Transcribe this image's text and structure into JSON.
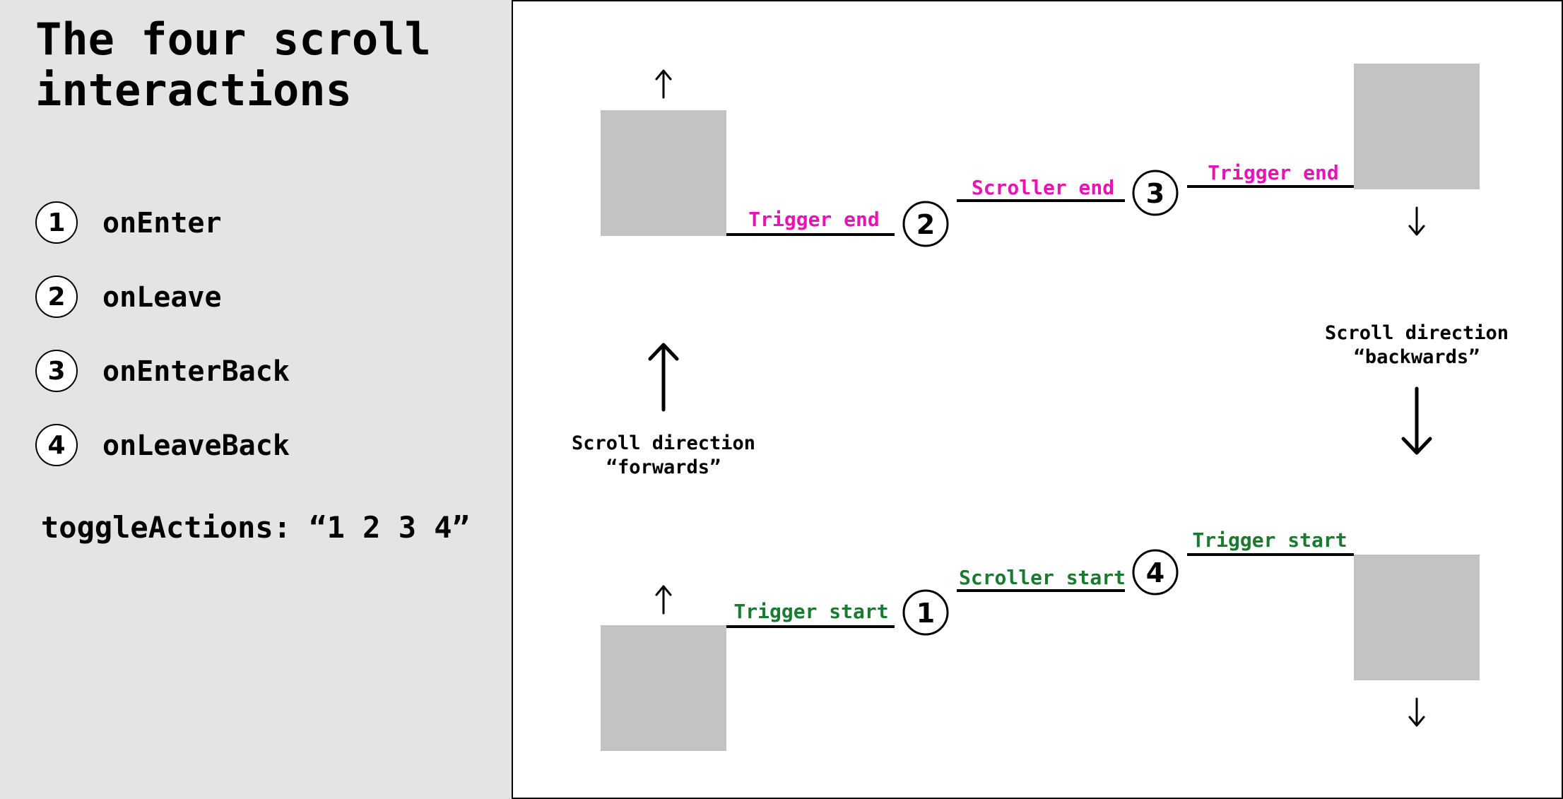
{
  "title": "The four scroll interactions",
  "legend": [
    {
      "num": "1",
      "label": "onEnter"
    },
    {
      "num": "2",
      "label": "onLeave"
    },
    {
      "num": "3",
      "label": "onEnterBack"
    },
    {
      "num": "4",
      "label": "onLeaveBack"
    }
  ],
  "toggle_actions": "toggleActions: “1 2 3 4”",
  "diagram": {
    "trigger_end": "Trigger end",
    "scroller_end": "Scroller end",
    "trigger_start": "Trigger start",
    "scroller_start": "Scroller start",
    "markers": [
      "1",
      "2",
      "3",
      "4"
    ],
    "forward_line1": "Scroll direction",
    "forward_line2": "“forwards”",
    "backward_line1": "Scroll direction",
    "backward_line2": "“backwards”"
  },
  "colors": {
    "end": "#e614b4",
    "start": "#1a7a30",
    "box": "#c3c3c3",
    "panel": "#e4e4e4"
  }
}
